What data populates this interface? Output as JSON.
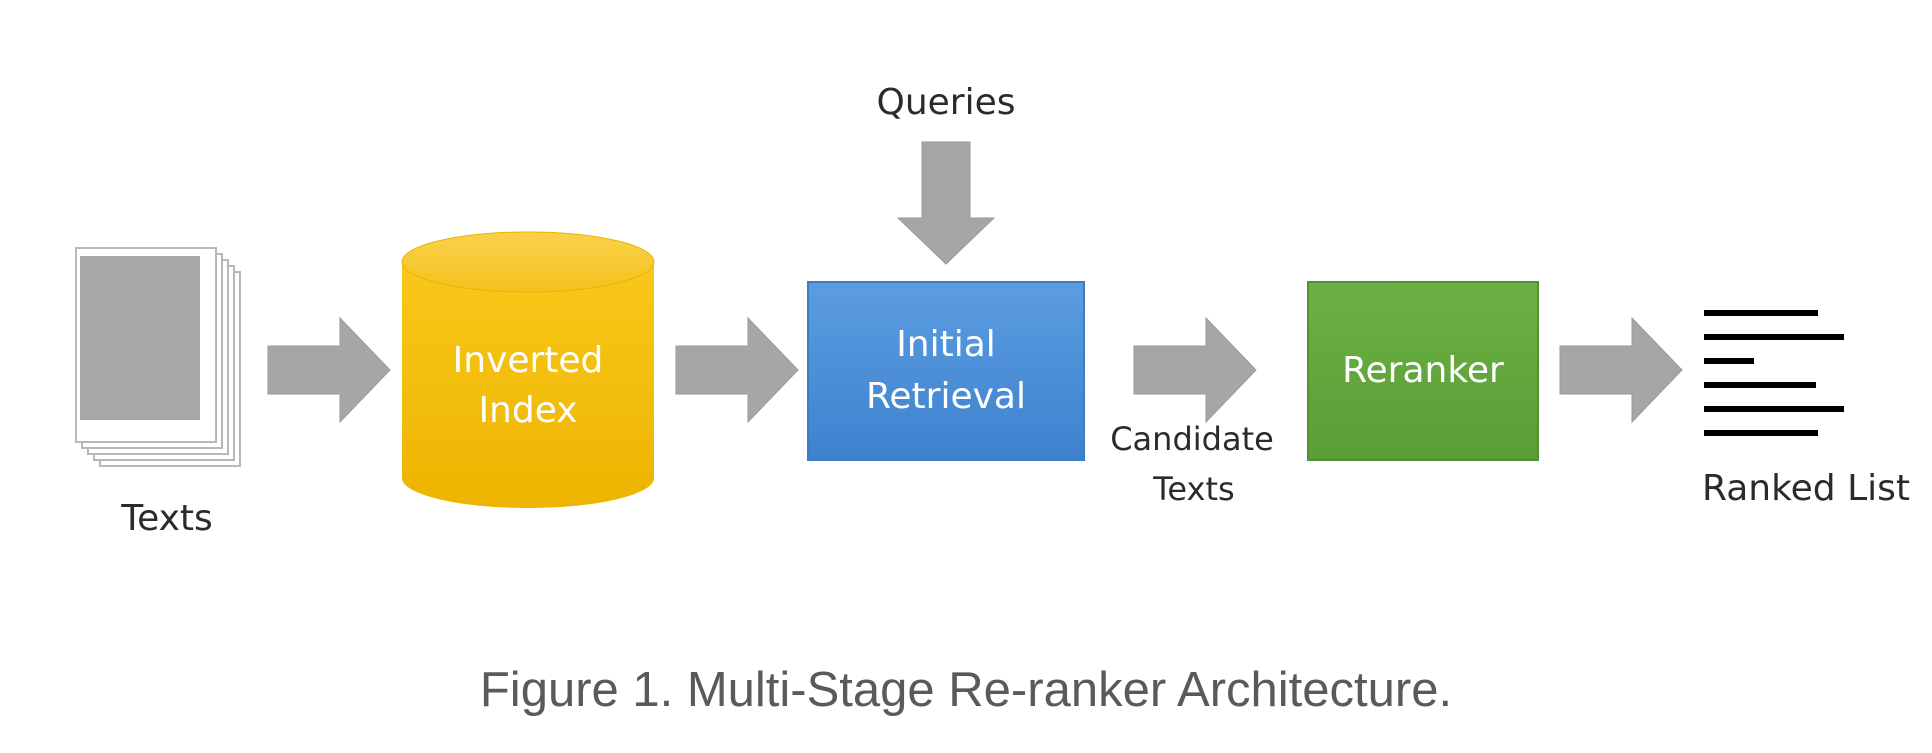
{
  "diagram": {
    "nodes": {
      "texts": {
        "label": "Texts"
      },
      "inverted_index": {
        "line1": "Inverted",
        "line2": "Index",
        "color": "#F8C000"
      },
      "initial_retrieval": {
        "line1": "Initial",
        "line2": "Retrieval",
        "color": "#4A8FD8"
      },
      "queries": {
        "label": "Queries"
      },
      "candidate_texts": {
        "line1": "Candidate",
        "line2": "Texts"
      },
      "reranker": {
        "label": "Reranker",
        "color": "#62A83C"
      },
      "ranked_list": {
        "label": "Ranked List"
      }
    },
    "arrow_color": "#A6A6A6"
  },
  "caption": "Figure 1. Multi-Stage Re-ranker Architecture."
}
